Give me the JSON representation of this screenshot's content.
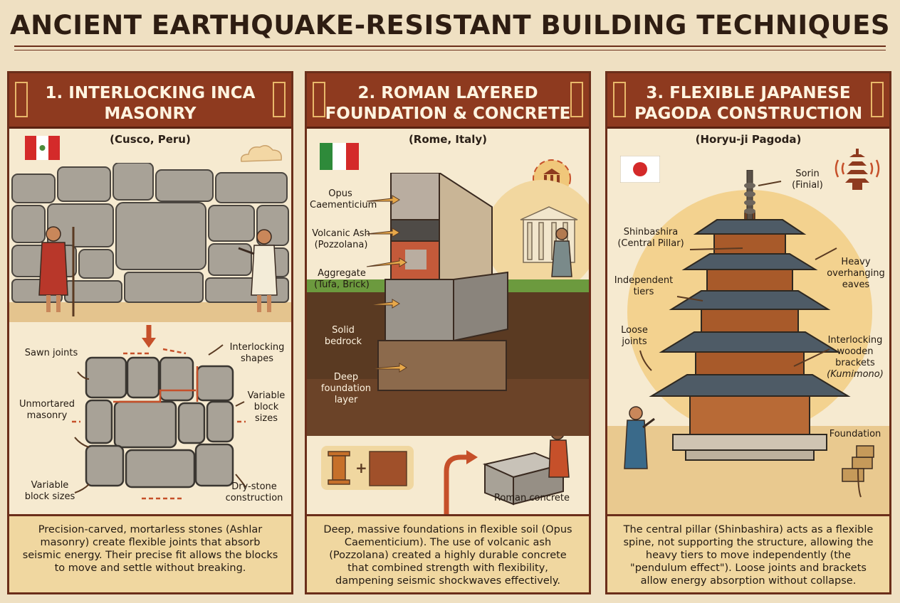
{
  "title": "ANCIENT EARTHQUAKE-RESISTANT BUILDING TECHNIQUES",
  "panels": [
    {
      "title": "1. INTERLOCKING INCA MASONRY",
      "location": "(Cusco, Peru)",
      "labels": {
        "sawn_joints": "Sawn joints",
        "interlocking_shapes": "Interlocking shapes",
        "unmortared_masonry": "Unmortared masonry",
        "variable_block_sizes_right": "Variable block sizes",
        "variable_block_sizes_left": "Variable block sizes",
        "dry_stone": "Dry-stone construction"
      },
      "caption": "Precision-carved, mortarless stones (Ashlar masonry) create flexible joints that absorb seismic energy. Their precise fit allows the blocks to move and settle without breaking."
    },
    {
      "title": "2. ROMAN LAYERED FOUNDATION & CONCRETE",
      "location": "(Rome, Italy)",
      "labels": {
        "opus": "Opus Caementicium",
        "ash": "Volcanic Ash (Pozzolana)",
        "aggregate": "Aggregate (Tufa, Brick)",
        "bedrock": "Solid bedrock",
        "deep": "Deep foundation layer",
        "roman_concrete": "Roman concrete"
      },
      "caption": "Deep, massive foundations in flexible soil (Opus Caementicium). The use of volcanic ash (Pozzolana) created a highly durable concrete that combined strength with flexibility, dampening seismic shockwaves effectively."
    },
    {
      "title": "3. FLEXIBLE JAPANESE PAGODA CONSTRUCTION",
      "location": "(Horyu-ji Pagoda)",
      "labels": {
        "sorin": "Sorin (Finial)",
        "shinbashira": "Shinbashira (Central Pillar)",
        "eaves": "Heavy overhanging eaves",
        "tiers": "Independent tiers",
        "loose": "Loose joints",
        "brackets": "Interlocking wooden brackets",
        "kumimono": "(Kumimono)",
        "foundation": "Foundation"
      },
      "caption": "The central pillar (Shinbashira) acts as a flexible spine, not supporting the structure, allowing the heavy tiers to move independently (the \"pendulum effect\"). Loose joints and brackets allow energy absorption without collapse."
    }
  ]
}
